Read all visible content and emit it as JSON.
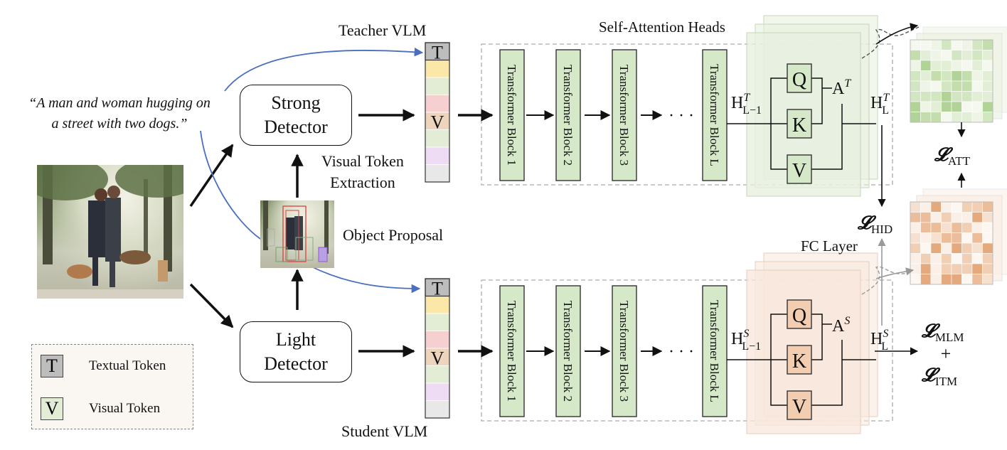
{
  "caption": "“A man and woman hugging on\na street with two dogs.”",
  "caption_lines": [
    "“A man and woman hugging on",
    "a street with two dogs.”"
  ],
  "teacher_label": "Teacher VLM",
  "student_label": "Student VLM",
  "strong_detector": "Strong\nDetector",
  "light_detector": "Light\nDetector",
  "strong_lines": [
    "Strong",
    "Detector"
  ],
  "light_lines": [
    "Light",
    "Detector"
  ],
  "visual_token_extraction": [
    "Visual Token",
    "Extraction"
  ],
  "object_proposal": "Object Proposal",
  "self_attention_heads": "Self-Attention Heads",
  "fc_layer": "FC Layer",
  "tokens": {
    "text": "T",
    "visual": "V",
    "ellipsis": "· · ·"
  },
  "blocks": [
    "Transformer Block 1",
    "Transformer Block 2",
    "Transformer Block  3",
    "Transformer Block L"
  ],
  "qkv": [
    "Q",
    "K",
    "V"
  ],
  "legend": {
    "textual": "Textual Token",
    "visual": "Visual Token"
  },
  "math": {
    "h_prev_teacher": {
      "base": "H",
      "sup": "T",
      "sub": "L−1"
    },
    "h_teacher": {
      "base": "H",
      "sup": "T",
      "sub": "L"
    },
    "a_teacher": {
      "base": "A",
      "sup": "T"
    },
    "h_prev_student": {
      "base": "H",
      "sup": "S",
      "sub": "L−1"
    },
    "h_student": {
      "base": "H",
      "sup": "S",
      "sub": "L"
    },
    "a_student": {
      "base": "A",
      "sup": "S"
    }
  },
  "losses": {
    "att": {
      "base": "𝓛",
      "sub": "ATT"
    },
    "hid": {
      "base": "𝓛",
      "sub": "HID"
    },
    "mlm": {
      "base": "𝓛",
      "sub": "MLM"
    },
    "plus": "+",
    "itm": {
      "base": "𝓛",
      "sub": "ITM"
    }
  },
  "colors": {
    "token_gray": "#bdbdbd",
    "token_yellow": "#fbe7a8",
    "token_green": "#e3edd6",
    "token_pink": "#f6cfd0",
    "token_tan": "#ecd4bd",
    "token_purple": "#eedcf5",
    "token_lightgray": "#e8e8e8",
    "block_green": "#d5e8c8",
    "qkv_orange": "#f3cdb0",
    "teacher_panel": "#e7f0df",
    "student_panel": "#f8e7dc",
    "arrow_blue": "#4b6fbf",
    "arrow_gray": "#999999"
  }
}
